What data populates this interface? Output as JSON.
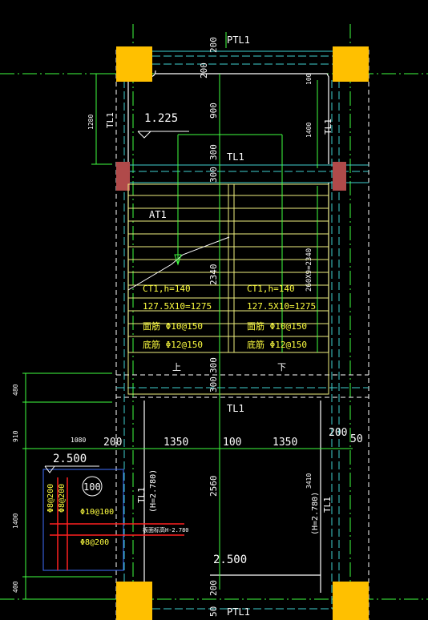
{
  "colors": {
    "background": "#000000",
    "column": "#ffc000",
    "column_small": "#b04a4a",
    "beam_cyan": "#40d0d0",
    "stair_yellow": "#f0f080",
    "slab_white": "#ffffff",
    "green": "#40ff40",
    "rebar_red": "#ff2020",
    "text_white": "#ffffff",
    "text_yellow": "#ffff40",
    "dim_green": "#40ff40"
  },
  "labels": {
    "ptl1_top": "PTL1",
    "ptl1_bottom": "PTL1",
    "tl1_mid": "TL1",
    "tl1_lower": "TL1",
    "tl1_left": "TL1",
    "tl1_right": "TL1",
    "tl1_bottom_left": "TL1",
    "tl1_bottom_left_h": "(H=2.780)",
    "tl1_bottom_right": "TL1",
    "tl1_bottom_right_h": "(H=2.780)",
    "at1": "AT1",
    "level_upper": "1.225",
    "level_left": "2.500",
    "level_bottom": "2.500",
    "up_left": "上",
    "up_right": "下",
    "balloon": "100"
  },
  "stair_left": {
    "name": "CT1,h=140",
    "size": "127.5X10=1275",
    "top_bar": "面筋 Φ10@150",
    "bottom_bar": "底筋 Φ12@150"
  },
  "stair_right": {
    "name": "CT1,h=140",
    "size": "127.5X10=1275",
    "top_bar": "面筋 Φ10@150",
    "bottom_bar": "底筋 Φ12@150"
  },
  "rebar": {
    "r1": "Φ8@200",
    "r2": "Φ8@200",
    "r3": "Φ10@100",
    "r4": "Φ8@200",
    "note": "板面标高H-2.780"
  },
  "dims": {
    "top_200": "200",
    "top_200b": "200",
    "top_900": "900",
    "top_300a": "300",
    "top_300b": "300",
    "mid_2340": "2340",
    "mid_300a": "300",
    "mid_300b": "300",
    "low_2560": "2560",
    "bot_200": "200",
    "bot_50": "50",
    "left_1280": "1280",
    "left_480": "480",
    "left_910": "910",
    "left_1400": "1400",
    "left_400": "400",
    "right_100": "100",
    "right_1400": "1400",
    "right_260": "260X9=2340",
    "right_3410": "3410",
    "h_1080": "1080",
    "h_200a": "200",
    "h_1350a": "1350",
    "h_100": "100",
    "h_1350b": "1350",
    "h_200b": "200",
    "h_50": "50"
  }
}
